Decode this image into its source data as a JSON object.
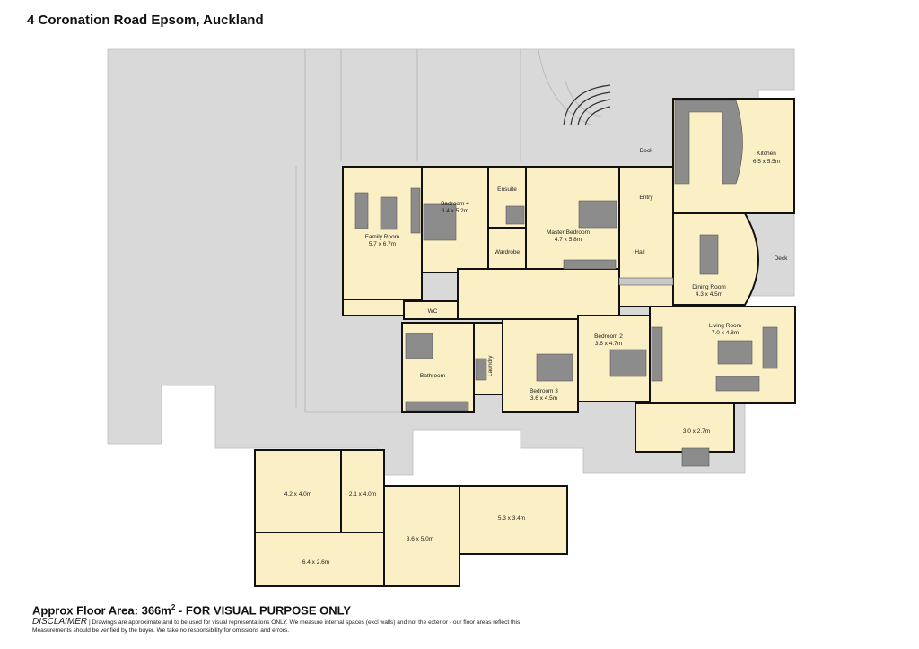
{
  "title": "4 Coronation Road Epsom, Auckland",
  "rooms": {
    "family_room": {
      "name": "Family Room",
      "dims": "5.7 x 6.7m"
    },
    "bedroom4": {
      "name": "Bedroom 4",
      "dims": "3.4 x 5.2m"
    },
    "ensuite": {
      "name": "Ensuite"
    },
    "wardrobe": {
      "name": "Wardrobe"
    },
    "master_bedroom": {
      "name": "Master Bedroom",
      "dims": "4.7 x 5.8m"
    },
    "deck_top": {
      "name": "Deck"
    },
    "entry": {
      "name": "Entry"
    },
    "kitchen": {
      "name": "Kitchen",
      "dims": "6.5 x 5.5m"
    },
    "hall": {
      "name": "Hall"
    },
    "dining_room": {
      "name": "Dining Room",
      "dims": "4.3 x 4.5m"
    },
    "deck_right": {
      "name": "Deck"
    },
    "wc": {
      "name": "WC"
    },
    "bathroom": {
      "name": "Bathroom"
    },
    "laundry": {
      "name": "Laundry"
    },
    "bedroom3": {
      "name": "Bedroom 3",
      "dims": "3.6 x 4.5m"
    },
    "bedroom2": {
      "name": "Bedroom 2",
      "dims": "3.6 x 4.7m"
    },
    "living_room": {
      "name": "Living Room",
      "dims": "7.0 x 4.8m"
    },
    "patio_room": {
      "dims": "3.0 x 2.7m"
    },
    "lower1": {
      "dims": "4.2 x 4.0m"
    },
    "lower2": {
      "dims": "2.1 x 4.0m"
    },
    "lower3": {
      "dims": "3.6 x 5.0m"
    },
    "lower4": {
      "dims": "5.3 x 3.4m"
    },
    "lower5": {
      "dims": "6.4 x 2.6m"
    }
  },
  "footer": {
    "area_prefix": "Approx Floor Area: 366m",
    "area_sup": "2",
    "area_suffix": " - FOR VISUAL PURPOSE ONLY",
    "disclaimer_heading": "DISCLAIMER",
    "disclaimer_line1": " | Drawings are approximate and to be used for visual representations ONLY. We measure internal spaces (excl walls) and not the exterior - our floor areas reflect this.",
    "disclaimer_line2": "Measurements should be verified by the buyer. We take no responsibility for omissions and errors."
  },
  "colors": {
    "room_fill": "#fbf0c5",
    "wall": "#111111",
    "ground": "#d9d9d9",
    "furniture": "#8c8c8c"
  }
}
